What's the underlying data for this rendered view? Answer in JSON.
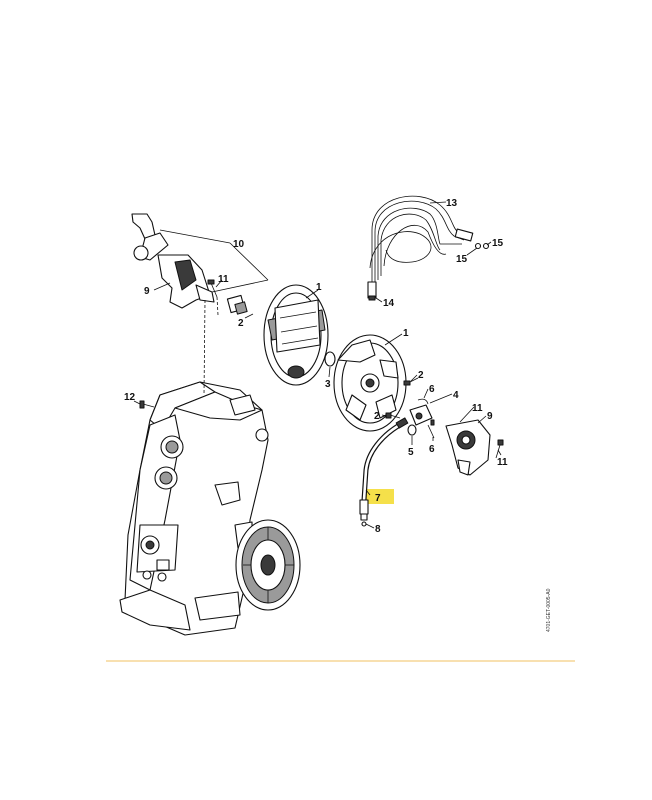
{
  "callouts": [
    {
      "id": "c1a",
      "text": "1"
    },
    {
      "id": "c1b",
      "text": "1"
    },
    {
      "id": "c2a",
      "text": "2"
    },
    {
      "id": "c2b",
      "text": "2"
    },
    {
      "id": "c2c",
      "text": "2"
    },
    {
      "id": "c3",
      "text": "3"
    },
    {
      "id": "c4",
      "text": "4"
    },
    {
      "id": "c5",
      "text": "5"
    },
    {
      "id": "c6a",
      "text": "6"
    },
    {
      "id": "c6b",
      "text": "6"
    },
    {
      "id": "c7",
      "text": "7"
    },
    {
      "id": "c8",
      "text": "8"
    },
    {
      "id": "c9a",
      "text": "9"
    },
    {
      "id": "c9b",
      "text": "9"
    },
    {
      "id": "c10",
      "text": "10"
    },
    {
      "id": "c11a",
      "text": "11"
    },
    {
      "id": "c11b",
      "text": "11"
    },
    {
      "id": "c11c",
      "text": "11"
    },
    {
      "id": "c12",
      "text": "12"
    },
    {
      "id": "c13",
      "text": "13"
    },
    {
      "id": "c14",
      "text": "14"
    },
    {
      "id": "c15a",
      "text": "15"
    },
    {
      "id": "c15b",
      "text": "15"
    }
  ],
  "highlight": {
    "callout": "7",
    "color": "#f5e04a"
  },
  "drawing_code": "4701-GET-0005-A0",
  "colors": {
    "line": "#111111",
    "divider": "#f0c060",
    "background": "#ffffff"
  }
}
